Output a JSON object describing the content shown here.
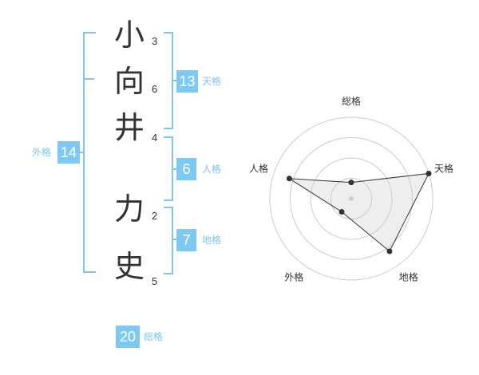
{
  "name": {
    "characters": [
      {
        "char": "小",
        "strokes": "3"
      },
      {
        "char": "向",
        "strokes": "6"
      },
      {
        "char": "井",
        "strokes": "4"
      },
      {
        "char": "力",
        "strokes": "2"
      },
      {
        "char": "史",
        "strokes": "5"
      }
    ]
  },
  "fortune": {
    "tenkaku": {
      "label": "天格",
      "value": "13"
    },
    "jinkaku": {
      "label": "人格",
      "value": "6"
    },
    "chikaku": {
      "label": "地格",
      "value": "7"
    },
    "gaikaku": {
      "label": "外格",
      "value": "14"
    },
    "soukaku": {
      "label": "総格",
      "value": "20"
    }
  },
  "colors": {
    "accent": "#7dc9f1",
    "text": "#333333"
  },
  "chart_data": {
    "type": "radar",
    "axes": [
      "総格",
      "天格",
      "地格",
      "外格",
      "人格"
    ],
    "rings": 4,
    "values": [
      0.2,
      1.0,
      0.8,
      0.2,
      0.8
    ],
    "max": 1.0
  }
}
